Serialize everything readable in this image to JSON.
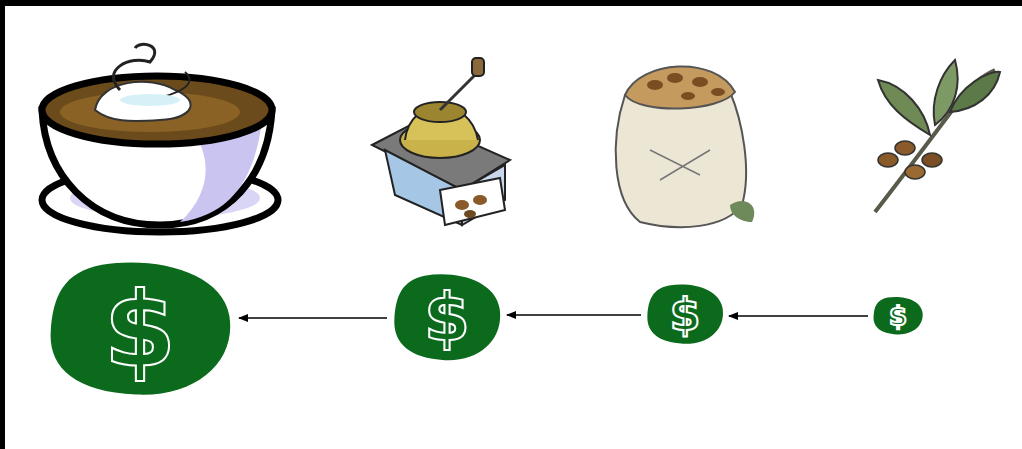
{
  "diagram": {
    "nodes": [
      {
        "text": [
          "$"
        ]
      },
      {
        "text": [
          "$"
        ]
      },
      {
        "text": [
          "$"
        ]
      },
      {
        "text": [
          "$"
        ]
      }
    ],
    "edges": [
      {
        "from": 3,
        "to": 2,
        "arrow": "to"
      },
      {
        "from": 2,
        "to": 1,
        "arrow": "to"
      },
      {
        "from": 1,
        "to": 0,
        "arrow": "to"
      }
    ]
  }
}
